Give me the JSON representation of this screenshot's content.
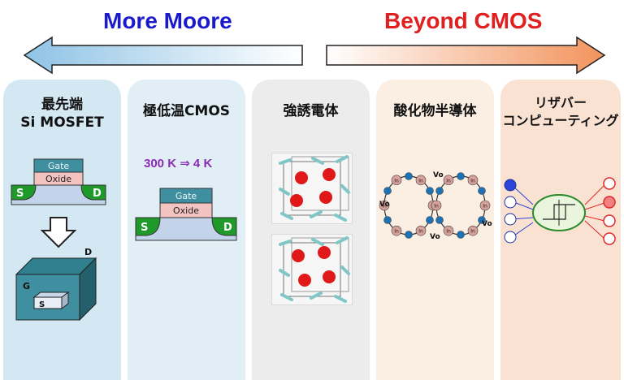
{
  "headings": {
    "left": "More Moore",
    "right": "Beyond CMOS"
  },
  "columns": [
    {
      "id": "advanced",
      "title_lines": [
        "最先端",
        "Si MOSFET"
      ],
      "color": "#d4e8f3",
      "labels": {
        "gate": "Gate",
        "oxide": "Oxide",
        "source": "S",
        "drain": "D"
      },
      "finfet_labels": {
        "gate": "G",
        "source": "S",
        "drain": "D"
      }
    },
    {
      "id": "cryo",
      "title_lines": [
        "極低温CMOS"
      ],
      "color": "#e2eef6",
      "temperature": "300 K ⇒ 4 K",
      "labels": {
        "gate": "Gate",
        "oxide": "Oxide",
        "source": "S",
        "drain": "D"
      }
    },
    {
      "id": "ferro",
      "title_lines": [
        "強誘電体"
      ],
      "color": "#ececec"
    },
    {
      "id": "oxide",
      "title_lines": [
        "酸化物半導体"
      ],
      "color": "#fbeee3",
      "atom_label": "In",
      "vacancy_label": "Vo"
    },
    {
      "id": "reservoir",
      "title_lines": [
        "リザバー",
        "コンピューティング"
      ],
      "color": "#fae2d2"
    }
  ],
  "colors": {
    "more_moore": "#1a1acc",
    "beyond_cmos": "#e02020",
    "source_drain": "#1f9a2a",
    "gate": "#3f8fa0",
    "oxide": "#f2c3c1",
    "substrate": "#c3d3ea",
    "ferro_atom": "#e01818",
    "in_atom": "#d8a09a",
    "o_atom": "#1d72b5",
    "reservoir_core": "#e9f5dc",
    "input_node": "#2c44d8",
    "output_node": "#e02828"
  }
}
